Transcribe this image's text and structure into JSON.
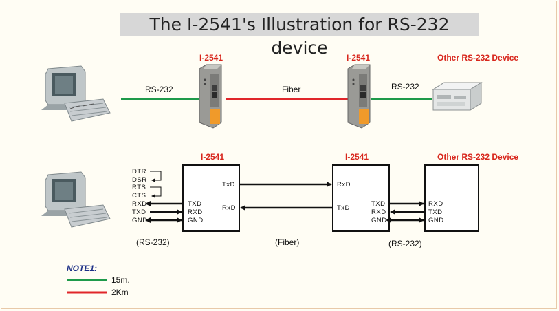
{
  "title": "The I-2541's Illustration for RS-232 device",
  "top_row": {
    "left_device_label": "I-2541",
    "right_device_label": "I-2541",
    "other_device_label": "Other RS-232 Device",
    "link_left_label": "RS-232",
    "link_middle_label": "Fiber",
    "link_right_label": "RS-232"
  },
  "bottom_row": {
    "left_box_label": "I-2541",
    "right_box_label": "I-2541",
    "other_box_label": "Other RS-232 Device",
    "pc_signals": [
      "DTR",
      "DSR",
      "RTS",
      "CTS",
      "RXD",
      "TXD",
      "GND"
    ],
    "left_box_pins_left": [
      "TXD",
      "RXD",
      "GND"
    ],
    "left_box_pins_right": [
      "TxD",
      "RxD"
    ],
    "right_box_pins_left": [
      "RxD",
      "TxD"
    ],
    "right_box_pins_right": [
      "TXD",
      "RXD",
      "GND"
    ],
    "other_box_pins": [
      "RXD",
      "TXD",
      "GND"
    ],
    "caption_left": "(RS-232)",
    "caption_middle": "(Fiber)",
    "caption_right": "(RS-232)"
  },
  "note": {
    "heading": "NOTE1:",
    "items": [
      {
        "label": "15m.",
        "color": "#1e9a4a"
      },
      {
        "label": "2Km",
        "color": "#e0262a"
      }
    ]
  },
  "colors": {
    "rs232_line": "#1e9a4a",
    "fiber_line": "#e0262a",
    "heading_red": "#d8261c",
    "title_bg": "#d7d7d7"
  }
}
